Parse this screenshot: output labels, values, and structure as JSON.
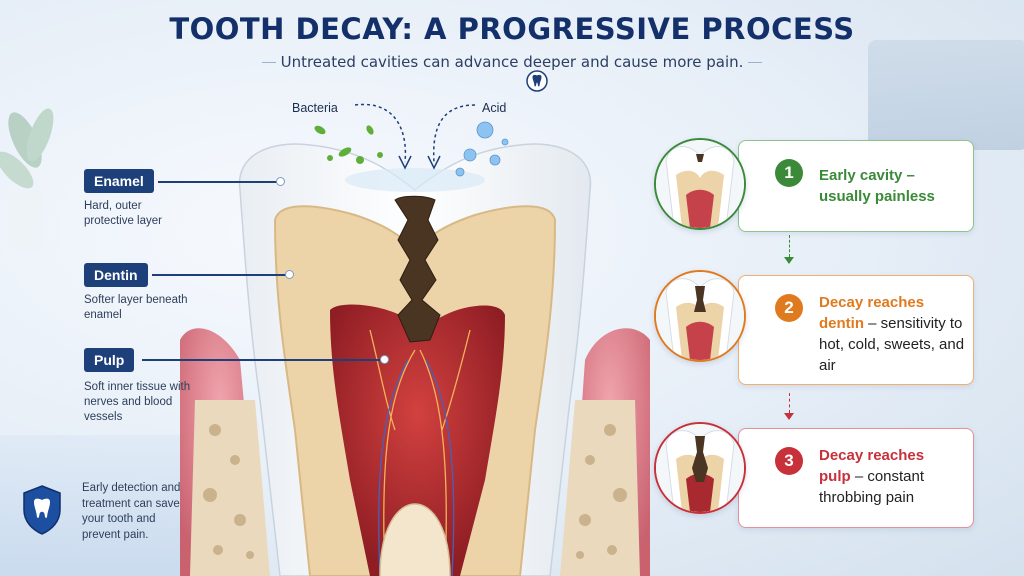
{
  "header": {
    "title": "TOOTH DECAY: A PROGRESSIVE PROCESS",
    "subtitle": "Untreated cavities can advance deeper and cause more pain."
  },
  "diagram_labels": {
    "bacteria": "Bacteria",
    "acid": "Acid"
  },
  "layers": [
    {
      "name": "Enamel",
      "description": "Hard, outer protective layer"
    },
    {
      "name": "Dentin",
      "description": "Softer layer beneath enamel"
    },
    {
      "name": "Pulp",
      "description": "Soft inner tissue with nerves and blood vessels"
    }
  ],
  "stages": [
    {
      "number": "1",
      "title": "Early cavity – usually painless",
      "highlight": "",
      "rest": "",
      "color": "#3a8a3a"
    },
    {
      "number": "2",
      "title": "Decay reaches",
      "highlight": "dentin",
      "rest": " – sensitivity to hot, cold, sweets, and air",
      "color": "#e07a1f"
    },
    {
      "number": "3",
      "title": "Decay reaches",
      "highlight": "pulp",
      "rest": " – constant throbbing pain",
      "color": "#c8303a"
    }
  ],
  "footer_note": "Early detection and treatment can save your tooth and prevent pain.",
  "colors": {
    "navy": "#13306a",
    "tag_bg": "#1d3f7a",
    "stage1": "#3a8a3a",
    "stage2": "#e07a1f",
    "stage3": "#c8303a"
  }
}
